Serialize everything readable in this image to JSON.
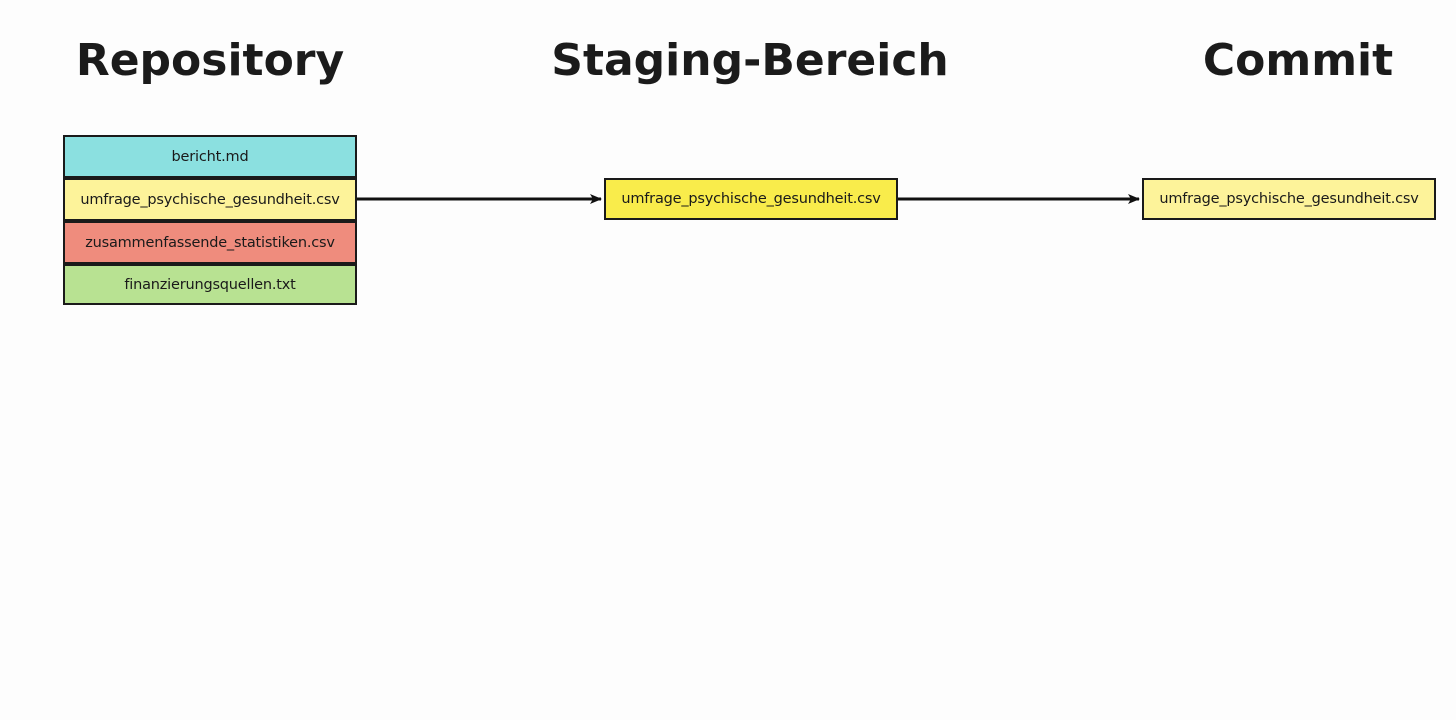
{
  "columns": {
    "repository": {
      "title": "Repository"
    },
    "staging": {
      "title": "Staging-Bereich"
    },
    "commit": {
      "title": "Commit"
    }
  },
  "repository_files": [
    {
      "name": "bericht.md",
      "color": "#8be0e0"
    },
    {
      "name": "umfrage_psychische_gesundheit.csv",
      "color": "#fdf39a"
    },
    {
      "name": "zusammenfassende_statistiken.csv",
      "color": "#ef8c7d"
    },
    {
      "name": "finanzierungsquellen.txt",
      "color": "#b8e292"
    }
  ],
  "staging_files": [
    {
      "name": "umfrage_psychische_gesundheit.csv",
      "color": "#f9ec4b"
    }
  ],
  "commit_files": [
    {
      "name": "umfrage_psychische_gesundheit.csv",
      "color": "#fdf39a"
    }
  ]
}
